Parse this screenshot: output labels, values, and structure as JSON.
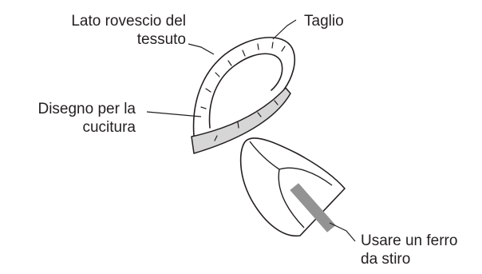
{
  "labels": {
    "fabric_back": {
      "line1": "Lato rovescio del",
      "line2": "tessuto"
    },
    "cut": {
      "line1": "Taglio"
    },
    "sewing_pattern": {
      "line1": "Disegno per la",
      "line2": "cucitura"
    },
    "iron": {
      "line1": "Usare un ferro",
      "line2": "da stiro"
    }
  },
  "colors": {
    "stroke": "#231f20",
    "pattern_fill": "#d6d6d6",
    "iron_sole": "#939393"
  }
}
